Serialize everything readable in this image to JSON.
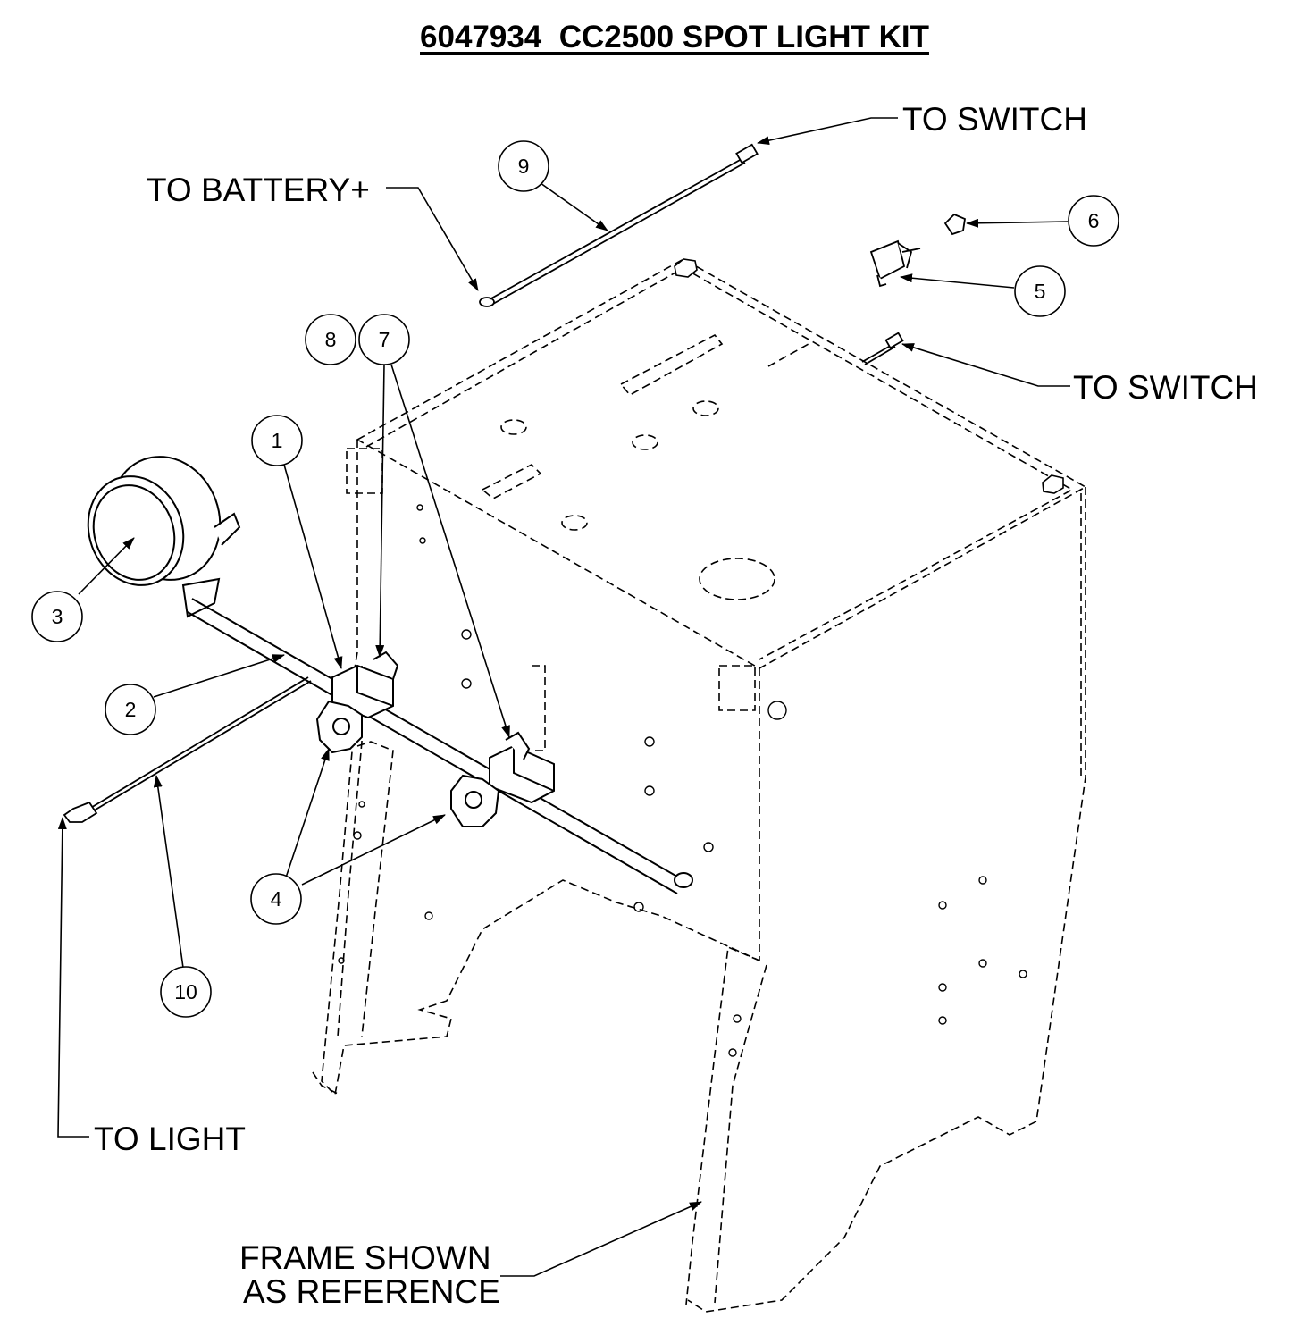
{
  "title": "6047934  CC2500 SPOT LIGHT KIT",
  "callouts": {
    "to_switch_top": "TO SWITCH",
    "to_battery": "TO BATTERY+",
    "to_switch_right": "TO SWITCH",
    "to_light": "TO LIGHT",
    "frame_line1": "FRAME SHOWN",
    "frame_line2": "AS REFERENCE"
  },
  "items": [
    {
      "id": "1"
    },
    {
      "id": "2"
    },
    {
      "id": "3"
    },
    {
      "id": "4"
    },
    {
      "id": "5"
    },
    {
      "id": "6"
    },
    {
      "id": "7"
    },
    {
      "id": "8"
    },
    {
      "id": "9"
    },
    {
      "id": "10"
    }
  ]
}
